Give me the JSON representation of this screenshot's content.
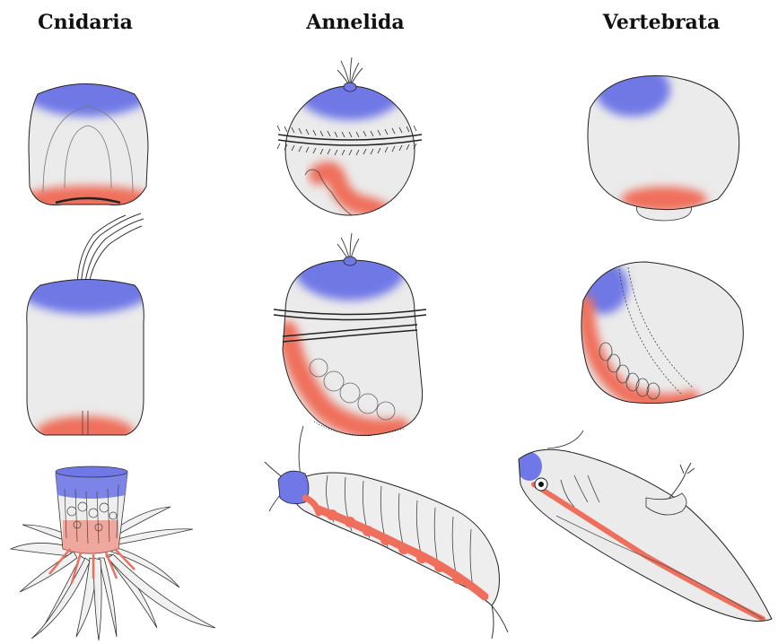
{
  "columns": {
    "cnidaria": "Cnidaria",
    "annelida": "Annelida",
    "vertebrata": "Vertebrata"
  },
  "colors": {
    "apical_blue": "#6f78e6",
    "posterior_red": "#ef6f5c",
    "tissue_grey": "#ebebeb",
    "outline": "#222222"
  }
}
